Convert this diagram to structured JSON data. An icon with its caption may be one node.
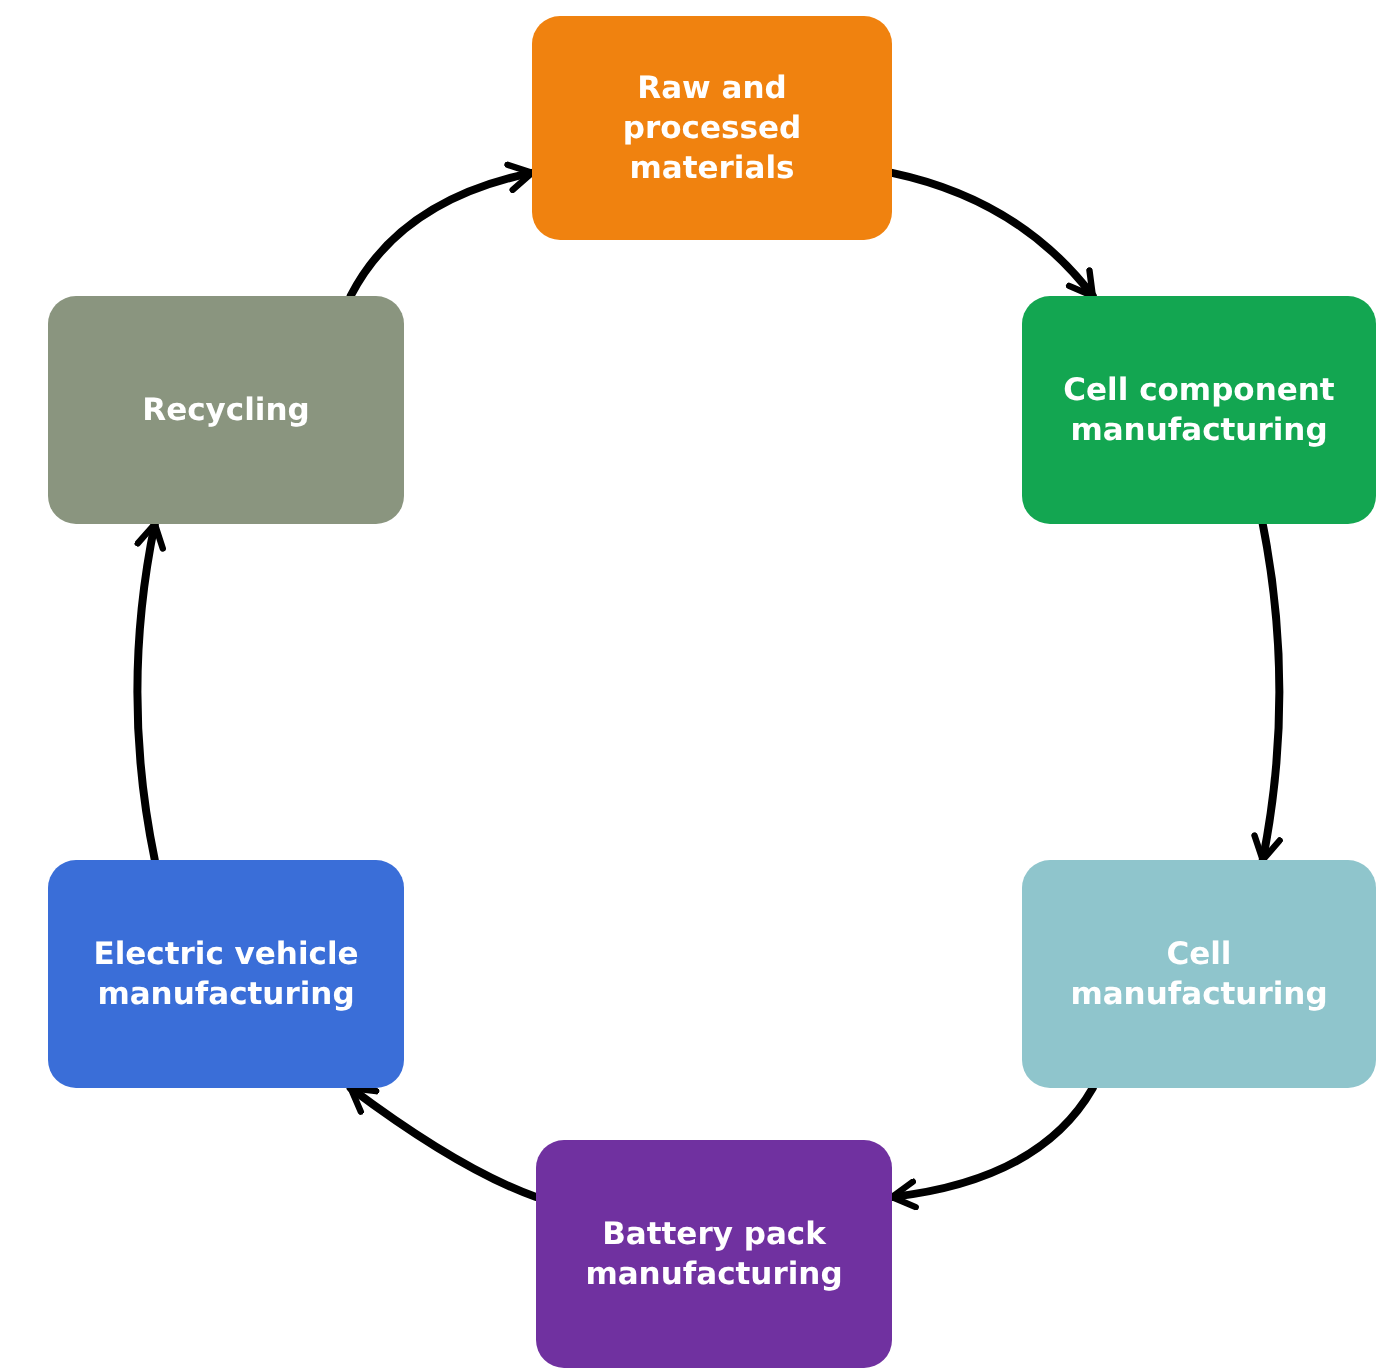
{
  "diagram": {
    "nodes": [
      {
        "text": [
          "Raw and processed materials"
        ]
      },
      {
        "text": [
          "Cell component manufacturing"
        ]
      },
      {
        "text": [
          "Cell manufacturing"
        ]
      },
      {
        "text": [
          "Battery pack manufacturing"
        ]
      },
      {
        "text": [
          "Electric vehicle manufacturing"
        ]
      },
      {
        "text": [
          "Recycling"
        ]
      }
    ],
    "edges": [
      {
        "from": 0,
        "to": 1,
        "arrow": "to"
      },
      {
        "from": 1,
        "to": 2,
        "arrow": "to"
      },
      {
        "from": 2,
        "to": 3,
        "arrow": "to"
      },
      {
        "from": 3,
        "to": 4,
        "arrow": "to"
      },
      {
        "from": 4,
        "to": 5,
        "arrow": "to"
      },
      {
        "from": 5,
        "to": 0,
        "arrow": "to"
      }
    ]
  }
}
